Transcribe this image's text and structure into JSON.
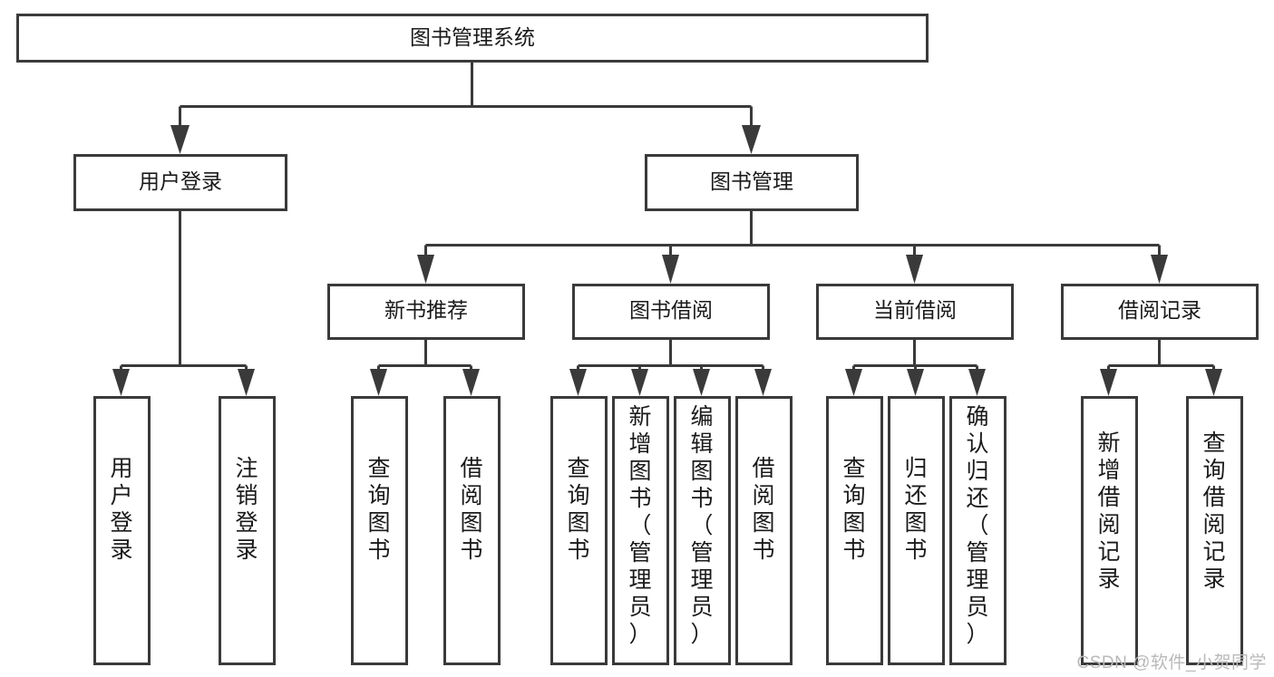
{
  "diagram": {
    "title": "图书管理系统",
    "type": "tree-hierarchy-diagram",
    "colors": {
      "box_stroke": "#3a3a3a",
      "box_fill": "#ffffff",
      "connector": "#3a3a3a",
      "text": "#1a1a1a",
      "watermark": "#b9b9b9",
      "background": "#ffffff"
    },
    "root": {
      "label": "图书管理系统",
      "orientation": "horizontal"
    },
    "level2": [
      {
        "label": "用户登录",
        "orientation": "horizontal"
      },
      {
        "label": "图书管理",
        "orientation": "horizontal"
      }
    ],
    "level3": [
      {
        "label": "新书推荐",
        "orientation": "horizontal"
      },
      {
        "label": "图书借阅",
        "orientation": "horizontal"
      },
      {
        "label": "当前借阅",
        "orientation": "horizontal"
      },
      {
        "label": "借阅记录",
        "orientation": "horizontal"
      }
    ],
    "leaves": {
      "user_login": [
        {
          "label": "用户登录",
          "chars": [
            "用",
            "户",
            "登",
            "录"
          ]
        },
        {
          "label": "注销登录",
          "chars": [
            "注",
            "销",
            "登",
            "录"
          ]
        }
      ],
      "new_book_recommend": [
        {
          "label": "查询图书",
          "chars": [
            "查",
            "询",
            "图",
            "书"
          ]
        },
        {
          "label": "借阅图书",
          "chars": [
            "借",
            "阅",
            "图",
            "书"
          ]
        }
      ],
      "book_borrow": [
        {
          "label": "查询图书",
          "chars": [
            "查",
            "询",
            "图",
            "书"
          ]
        },
        {
          "label": "新增图书（管理员）",
          "chars": [
            "新",
            "增",
            "图",
            "书",
            "（",
            "管",
            "理",
            "员",
            "）"
          ]
        },
        {
          "label": "编辑图书（管理员）",
          "chars": [
            "编",
            "辑",
            "图",
            "书",
            "（",
            "管",
            "理",
            "员",
            "）"
          ]
        },
        {
          "label": "借阅图书",
          "chars": [
            "借",
            "阅",
            "图",
            "书"
          ]
        }
      ],
      "current_borrow": [
        {
          "label": "查询图书",
          "chars": [
            "查",
            "询",
            "图",
            "书"
          ]
        },
        {
          "label": "归还图书",
          "chars": [
            "归",
            "还",
            "图",
            "书"
          ]
        },
        {
          "label": "确认归还（管理员）",
          "chars": [
            "确",
            "认",
            "归",
            "还",
            "（",
            "管",
            "理",
            "员",
            "）"
          ]
        }
      ],
      "borrow_record": [
        {
          "label": "新增借阅记录",
          "chars": [
            "新",
            "增",
            "借",
            "阅",
            "记",
            "录"
          ]
        },
        {
          "label": "查询借阅记录",
          "chars": [
            "查",
            "询",
            "借",
            "阅",
            "记",
            "录"
          ]
        }
      ]
    }
  },
  "watermark": {
    "text": "CSDN @软件_小贺同学"
  }
}
